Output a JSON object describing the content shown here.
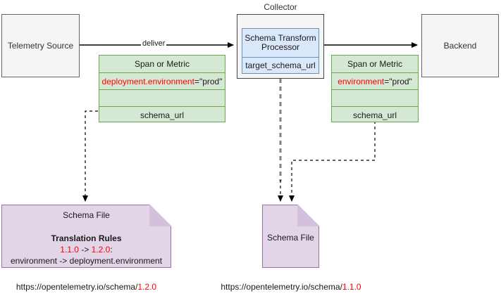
{
  "diagram": {
    "title": "OpenTelemetry schema transform processor flow",
    "colors": {
      "plain_fill": "#f5f5f5",
      "plain_stroke": "#666666",
      "processor_fill": "#dae8fc",
      "processor_stroke": "#6c8ebf",
      "table_fill": "#d5e8d4",
      "table_stroke": "#6aa84f",
      "doc_fill": "#e1d5e7",
      "doc_stroke": "#9673a6",
      "accent_red": "#ff0000",
      "edge_black": "#000000",
      "edge_gray": "#808080"
    }
  },
  "nodes": {
    "telemetry_source": {
      "label": "Telemetry Source"
    },
    "collector": {
      "label": "Collector",
      "processor": {
        "title": "Schema Transform Processor",
        "field": "target_schema_url"
      }
    },
    "backend": {
      "label": "Backend"
    },
    "span_in": {
      "rows": [
        {
          "kind": "header",
          "text": "Span or Metric"
        },
        {
          "kind": "attribute",
          "key": "deployment.environment",
          "value": "=\"prod\""
        },
        {
          "kind": "spacer",
          "text": ""
        },
        {
          "kind": "field",
          "text": "schema_url"
        }
      ]
    },
    "span_out": {
      "rows": [
        {
          "kind": "header",
          "text": "Span or Metric"
        },
        {
          "kind": "attribute",
          "key": "environment",
          "value": "=\"prod\""
        },
        {
          "kind": "spacer",
          "text": ""
        },
        {
          "kind": "field",
          "text": "schema_url"
        }
      ]
    },
    "schema_file_left": {
      "title": "Schema File",
      "rules_heading": "Translation Rules",
      "version_from": "1.1.0",
      "version_arrow": " -> ",
      "version_to": "1.2.0",
      "version_colon": ":",
      "rule_line": "environment -> deployment.environment",
      "url_prefix": "https://opentelemetry.io/schema/",
      "url_version": "1.2.0"
    },
    "schema_file_right": {
      "title": "Schema File",
      "url_prefix": "https://opentelemetry.io/schema/",
      "url_version": "1.1.0"
    }
  },
  "edges": {
    "deliver": {
      "label": "deliver"
    }
  }
}
